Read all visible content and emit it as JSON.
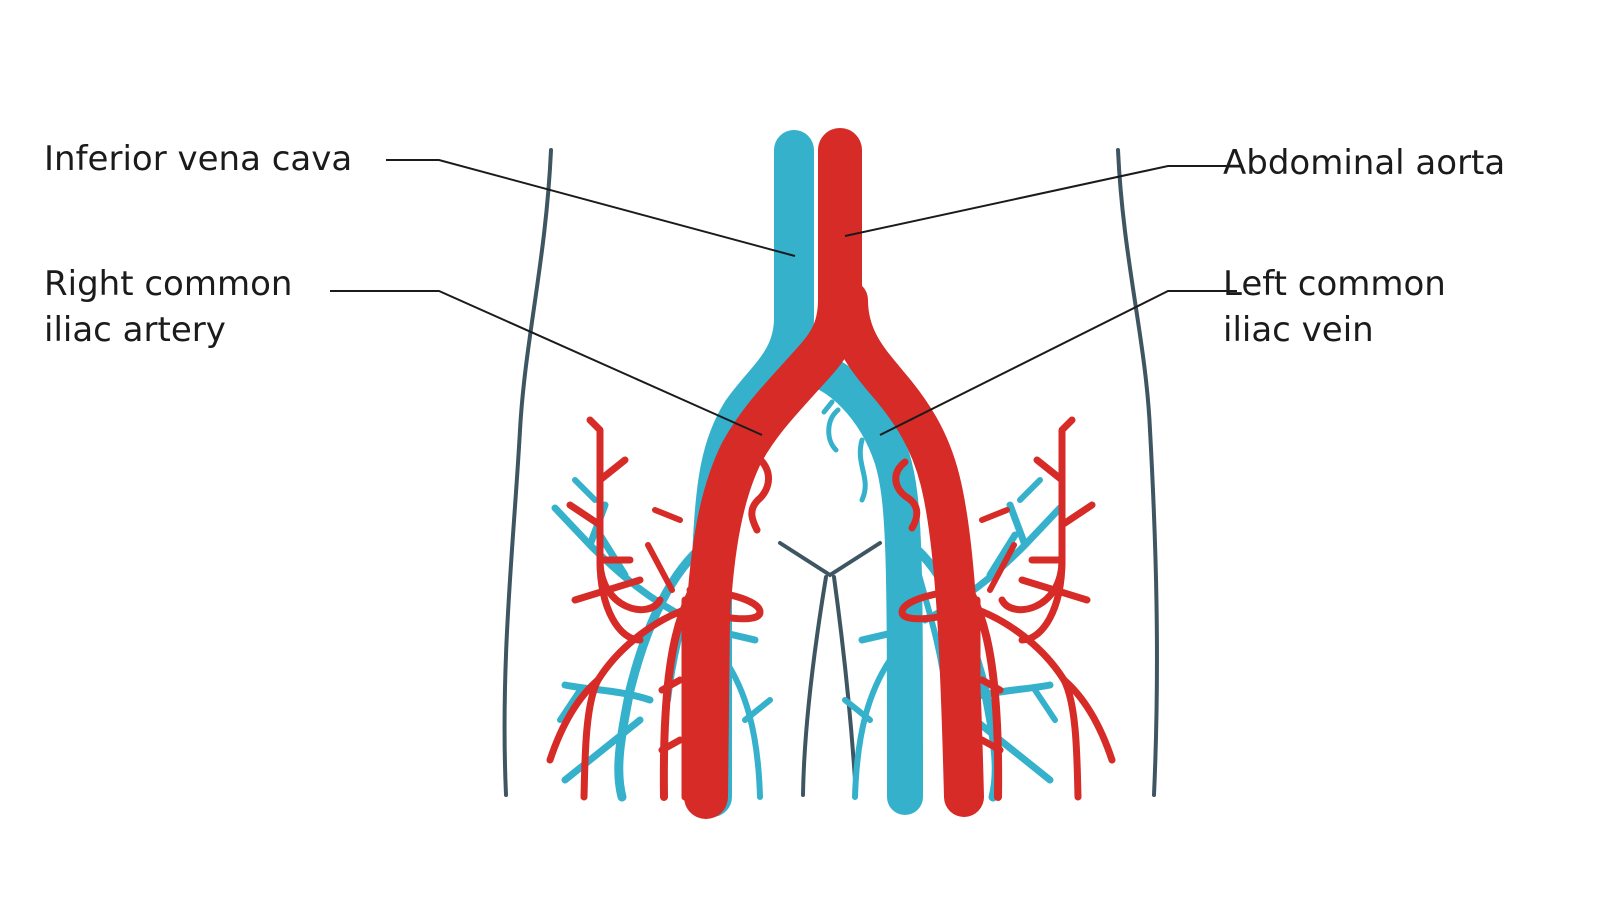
{
  "labels": {
    "inferior_vena_cava": "Inferior vena cava",
    "abdominal_aorta": "Abdominal aorta",
    "right_common_iliac_artery": [
      "Right common",
      "iliac artery"
    ],
    "left_common_iliac_vein": [
      "Left common",
      "iliac vein"
    ]
  },
  "colors": {
    "artery": "#d62b27",
    "vein": "#35b1cc",
    "outline": "#3e5562",
    "leader": "#1b1b1b",
    "text": "#1b1b1b",
    "background": "#ffffff"
  }
}
